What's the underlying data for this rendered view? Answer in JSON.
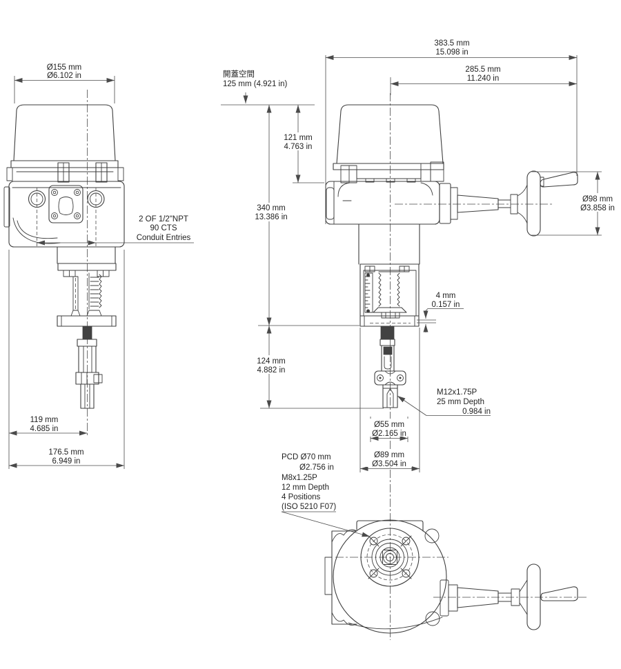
{
  "title": "Electric linear actuator dimension drawing",
  "colors": {
    "line": "#3d3d3d",
    "dim": "#4a4a4a",
    "text": "#1f1f1f",
    "background": "#ffffff"
  },
  "front": {
    "cover_dia_mm": "Ø155 mm",
    "cover_dia_in": "Ø6.102 in",
    "conduit_line1": "2 OF 1/2\"NPT",
    "conduit_line2": "90 CTS",
    "conduit_line3": "Conduit Entries",
    "stem_offset_mm": "119 mm",
    "stem_offset_in": "4.685 in",
    "overall_width_mm": "176.5 mm",
    "overall_width_in": "6.949 in"
  },
  "side": {
    "overall_mm": "383.5 mm",
    "overall_in": "15.098 in",
    "wheel_center_mm": "285.5 mm",
    "wheel_center_in": "11.240 in",
    "clearance_label": "開蓋空間",
    "clearance_value": "125 mm (4.921 in)",
    "cover_h_mm": "121 mm",
    "cover_h_in": "4.763 in",
    "height_mm": "340 mm",
    "height_in": "13.386 in",
    "wheel_dia_mm": "Ø98 mm",
    "wheel_dia_in": "Ø3.858 in",
    "gap_mm": "4 mm",
    "gap_in": "0.157 in",
    "stroke_mm": "124 mm",
    "stroke_in": "4.882 in",
    "thread_line1": "M12x1.75P",
    "thread_line2": "25 mm Depth",
    "thread_line3": "0.984 in",
    "spigot_mm": "Ø55 mm",
    "spigot_in": "Ø2.165 in",
    "flange_mm": "Ø89 mm",
    "flange_in": "Ø3.504 in"
  },
  "bottom": {
    "mount_line1": "PCD Ø70 mm",
    "mount_line2": "Ø2.756 in",
    "mount_line3": "M8x1.25P",
    "mount_line4": "12 mm Depth",
    "mount_line5": "4 Positions",
    "mount_line6": "(ISO 5210 F07)"
  }
}
